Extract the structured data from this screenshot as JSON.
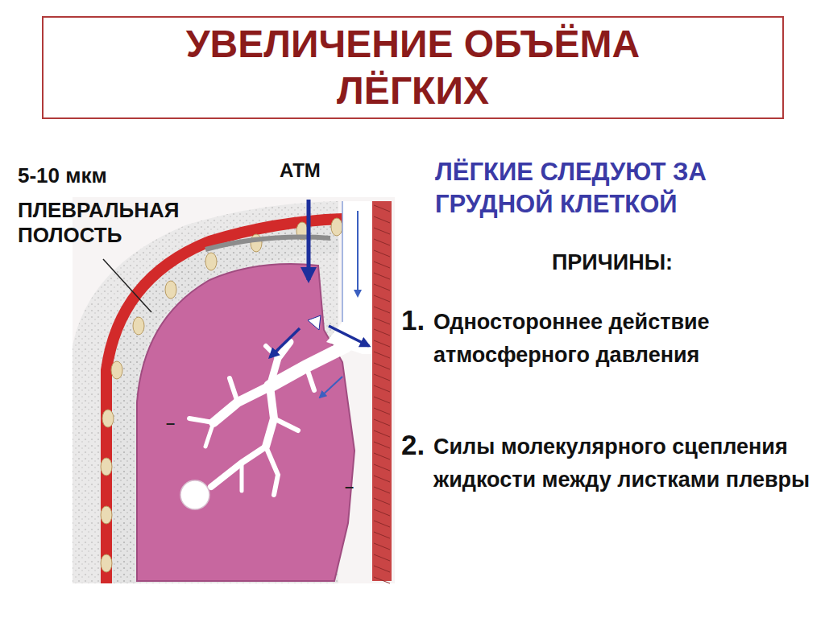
{
  "diagram": {
    "title": "УВЕЛИЧЕНИЕ ОБЪЁМА ЛЁГКИХ",
    "labels": [
      "5-10 мкм",
      "ПЛЕВРАЛЬНАЯ ПОЛОСТЬ",
      "АТМ",
      "ЛЁГКИЕ СЛЕДУЮТ ЗА ГРУДНОЙ КЛЕТКОЙ",
      "ПРИЧИНЫ:",
      "1.",
      "Одностороннее действие атмосферного давления",
      "2.",
      "Силы молекулярного сцепления жидкости между листками плевры",
      "–",
      "–"
    ]
  }
}
